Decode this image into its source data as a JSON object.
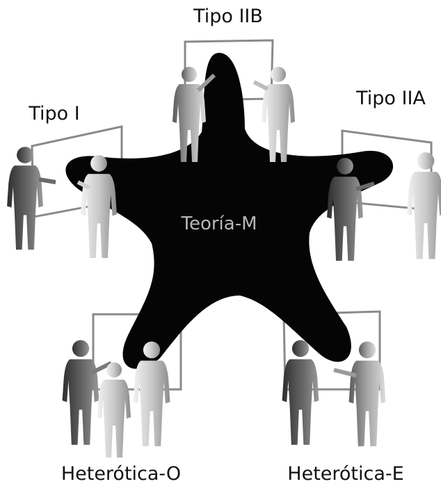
{
  "diagram": {
    "center_label": "Teoría-M",
    "arm_labels": {
      "top": "Tipo IIB",
      "left": "Tipo I",
      "right": "Tipo IIA",
      "bottom_left": "Heterótica-O",
      "bottom_right": "Heterótica-E"
    },
    "colors": {
      "starfish": "#050505",
      "frame": "#8a8a8a",
      "person_dark": "#4a4a4a",
      "person_light": "#d8d8d8",
      "center_text": "#b8b8b8",
      "label_text": "#111111"
    }
  }
}
